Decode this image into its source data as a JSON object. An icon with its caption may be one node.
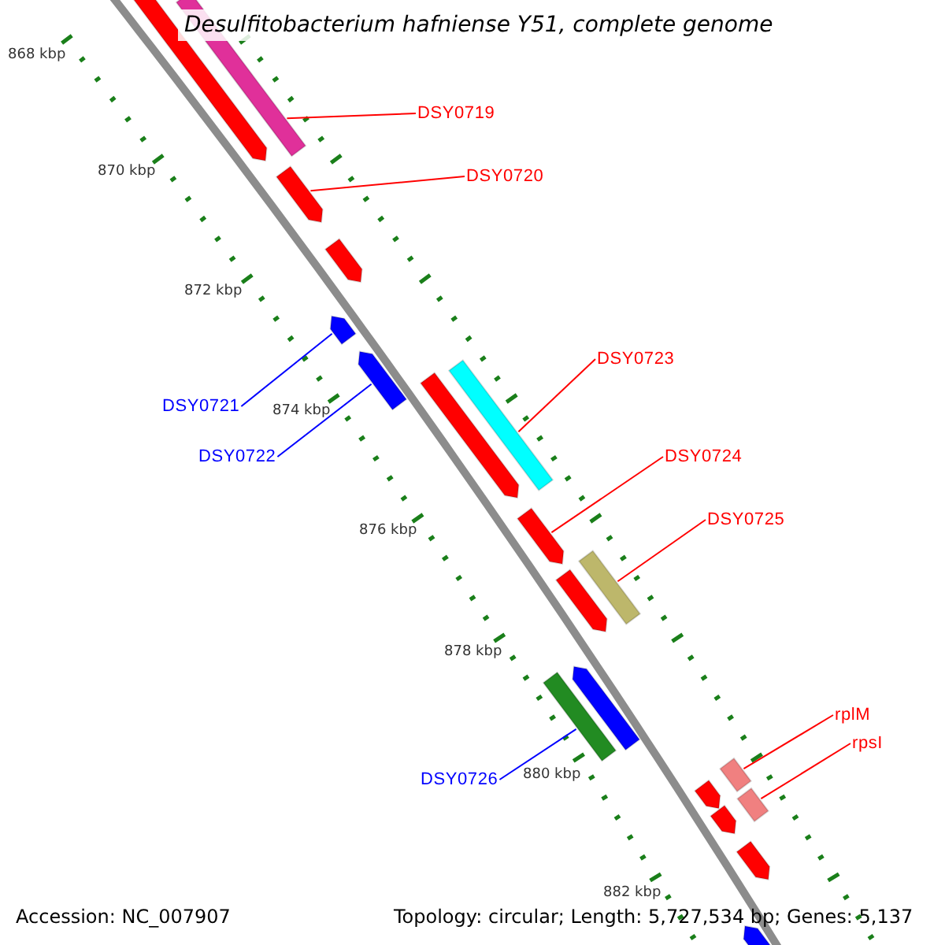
{
  "diagram": {
    "title": "Desulfitobacterium hafniense Y51, complete genome",
    "nodes": [
      {
        "text": [
          "DSY0719"
        ]
      },
      {
        "text": [
          "DSY0720"
        ]
      },
      {
        "text": [
          "DSY0723"
        ]
      },
      {
        "text": [
          "DSY0721"
        ]
      },
      {
        "text": [
          "DSY0722"
        ]
      },
      {
        "text": [
          "DSY0724"
        ]
      },
      {
        "text": [
          "DSY0725"
        ]
      },
      {
        "text": [
          "rplM"
        ]
      },
      {
        "text": [
          "rpsI"
        ]
      },
      {
        "text": [
          "DSY0726"
        ]
      },
      {
        "text": [],
        "shape": "bar"
      },
      {
        "text": [],
        "shape": "bar"
      },
      {
        "text": [],
        "shape": "bar"
      },
      {
        "text": [],
        "shape": "bar"
      },
      {
        "text": [],
        "shape": "bar"
      },
      {
        "text": [],
        "shape": "bar"
      },
      {
        "text": [],
        "shape": "bar"
      },
      {
        "text": [],
        "shape": "bar"
      },
      {
        "text": [],
        "shape": "bar"
      },
      {
        "text": [],
        "shape": "bar"
      },
      {
        "text": [],
        "shape": "bar"
      },
      {
        "text": [],
        "shape": "bar"
      },
      {
        "text": [],
        "shape": "bar"
      },
      {
        "text": [],
        "shape": "bar"
      },
      {
        "text": [],
        "shape": "bar"
      },
      {
        "text": [],
        "shape": "bar"
      },
      {
        "text": [],
        "shape": "bar"
      },
      {
        "text": [],
        "shape": "bar"
      },
      {
        "text": [],
        "shape": "bar"
      }
    ],
    "edges": [
      {
        "from": 0,
        "to": 11,
        "arrow": "none"
      },
      {
        "from": 1,
        "to": 12,
        "arrow": "none"
      },
      {
        "from": 2,
        "to": 16,
        "arrow": "none"
      },
      {
        "from": 3,
        "to": 14,
        "arrow": "none",
        "color": "#0000ff"
      },
      {
        "from": 4,
        "to": 15,
        "arrow": "none",
        "color": "#0000ff"
      },
      {
        "from": 5,
        "to": 18,
        "arrow": "none"
      },
      {
        "from": 6,
        "to": 19,
        "arrow": "none"
      },
      {
        "from": 7,
        "to": 23,
        "arrow": "none"
      },
      {
        "from": 8,
        "to": 25,
        "arrow": "none"
      },
      {
        "from": 9,
        "to": 22,
        "arrow": "none",
        "color": "#0000ff"
      }
    ],
    "labels": [
      "868 kbp",
      "870 kbp",
      "872 kbp",
      "874 kbp",
      "876 kbp",
      "878 kbp",
      "880 kbp",
      "882 kbp",
      "Accession: NC_007907",
      "Topology: circular; Length: 5,727,534 bp; Genes: 5,137"
    ]
  }
}
